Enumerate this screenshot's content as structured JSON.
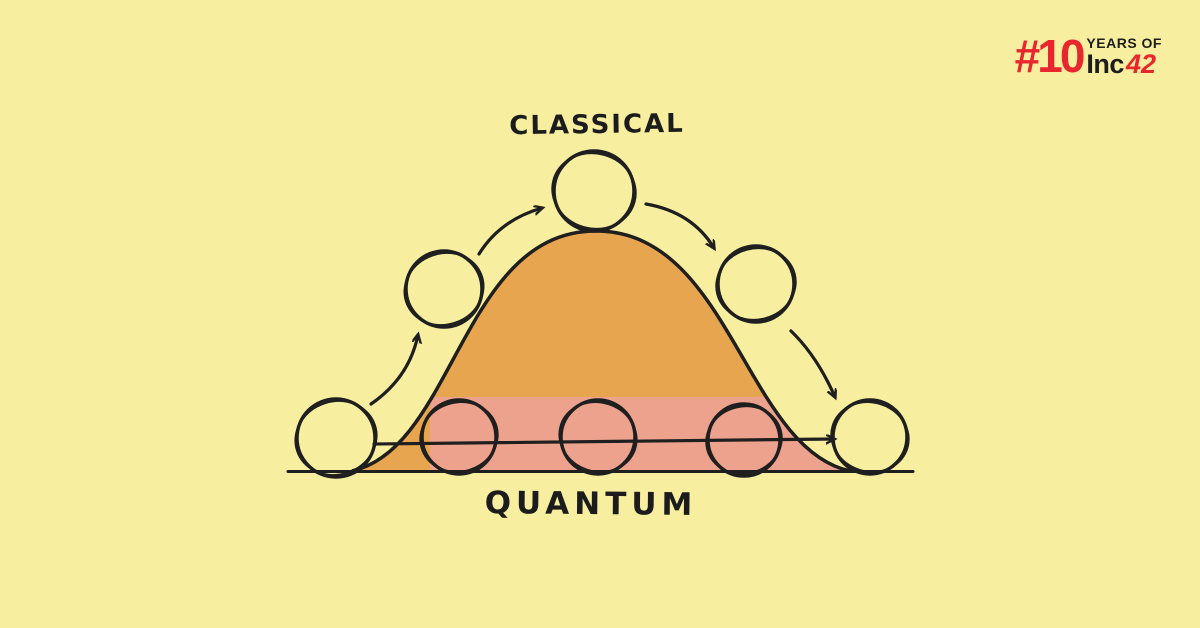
{
  "background_color": "#f7ef9f",
  "logo": {
    "number": "#10",
    "years_of": "YEARS OF",
    "brand": "Inc",
    "brand_number": "42",
    "red": "#e8262d",
    "dark": "#1d1d1b"
  },
  "diagram": {
    "title_top": "CLASSICAL",
    "title_bottom": "QUANTUM",
    "description": "Hand-drawn illustration of quantum tunneling: a classical ball rolls up and over an energy hill, while a quantum ball tunnels straight through the barrier",
    "colors": {
      "hill": "#e7a54f",
      "tunnel": "#eda28d",
      "classical_ball": "#3fa78f",
      "quantum_ball": "#e5808f",
      "endpoint_ball": "#8b8494",
      "ink": "#1f1f1f"
    }
  }
}
